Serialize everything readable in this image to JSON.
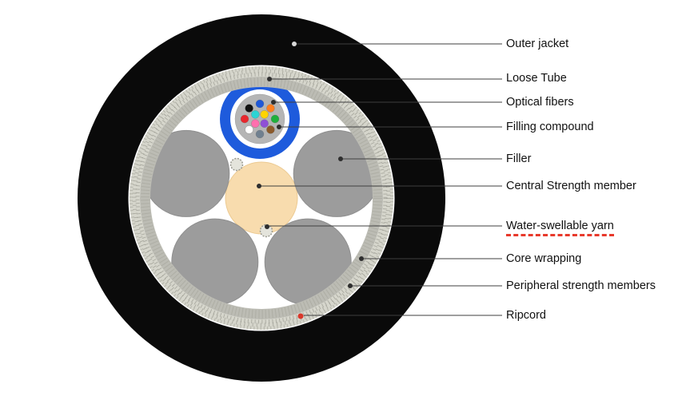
{
  "diagram_title": "fiber-optic-cable-cross-section",
  "labels": [
    {
      "text": "Outer jacket"
    },
    {
      "text": "Loose Tube"
    },
    {
      "text": "Optical fibers"
    },
    {
      "text": "Filling compound"
    },
    {
      "text": "Filler"
    },
    {
      "text": "Central Strength member"
    },
    {
      "text": "Water-swellable yarn"
    },
    {
      "text": "Core wrapping"
    },
    {
      "text": "Peripheral strength members"
    },
    {
      "text": "Ripcord"
    }
  ],
  "colors": {
    "jacket": "#0a0a0a",
    "loose_tube": "#1e5bdc",
    "tube_fill": "#b5b5b5",
    "filler": "#9c9c9c",
    "central_member": "#f8dcae",
    "core_wrapping": "#bcbcb4",
    "strength_yarn": "#d6d6cc",
    "yarn_circle": "#e4e4dc",
    "ripcord": "#d9372a",
    "underline": "#e8392b"
  },
  "fibers": {
    "count": 12,
    "colors": [
      "#1f58d8",
      "#ff7f1f",
      "#1faf3c",
      "#8b5a2b",
      "#708090",
      "#ffffff",
      "#e8262d",
      "#111111",
      "#ffd400",
      "#8f4fd6",
      "#ff6fae",
      "#2ad4d4"
    ]
  }
}
